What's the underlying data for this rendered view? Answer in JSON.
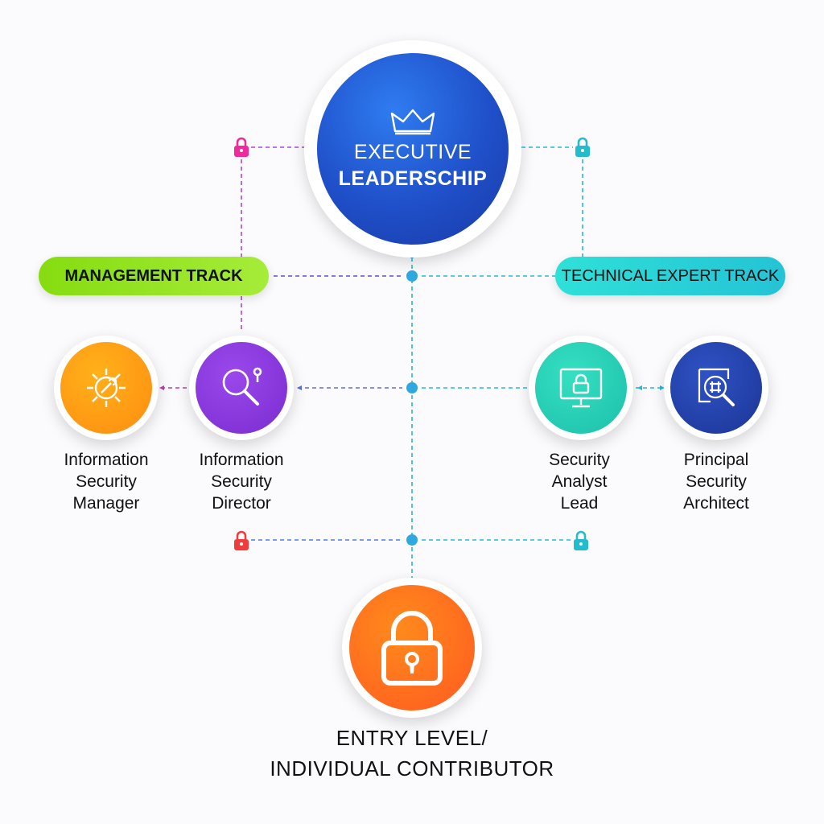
{
  "executive": {
    "line1": "EXECUTIVE",
    "line2": "LEADERSCHIP",
    "icon": "crown-icon"
  },
  "tracks": {
    "management": "MANAGEMENT TRACK",
    "technical": "TECHNICAL EXPERT TRACK"
  },
  "roles": [
    {
      "lines": [
        "Information",
        "Security",
        "Manager"
      ],
      "icon": "gear-wrench-icon"
    },
    {
      "lines": [
        "Information",
        "Security",
        "Director"
      ],
      "icon": "magnifier-icon"
    },
    {
      "lines": [
        "Security",
        "Analyst",
        "Lead"
      ],
      "icon": "monitor-lock-icon"
    },
    {
      "lines": [
        "Principal",
        "Security",
        "Architect"
      ],
      "icon": "search-grid-icon"
    }
  ],
  "entry": {
    "line1": "ENTRY LEVEL/",
    "line2": "INDIVIDUAL CONTRIBUTOR",
    "icon": "padlock-icon"
  },
  "colors": {
    "executive": "#1f4fc9",
    "management_pill": "#8fe01c",
    "technical_pill": "#2bd4d4",
    "manager": "#ff9a14",
    "director": "#8233d6",
    "analyst": "#21cfb4",
    "architect": "#213ea8",
    "entry": "#ff6a1e",
    "lock_magenta": "#ee2a9c",
    "lock_red": "#ef3d3d",
    "lock_cyan": "#22bccd"
  }
}
